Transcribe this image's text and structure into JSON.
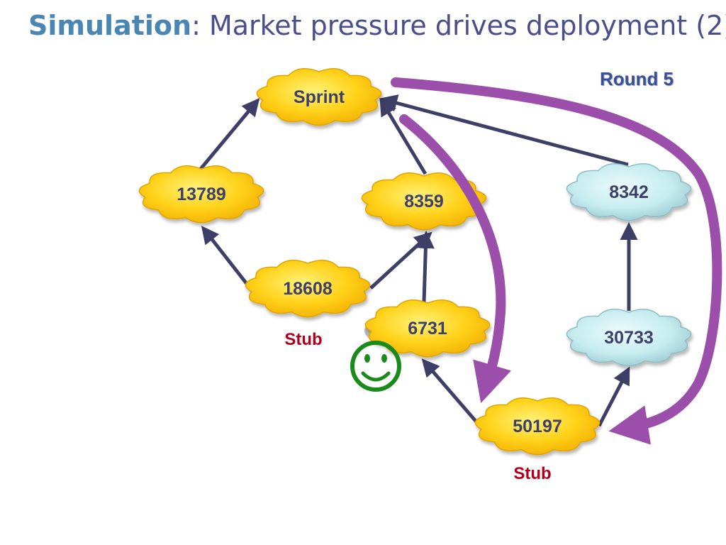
{
  "title": {
    "keyword": "Simulation",
    "rest": ": Market pressure drives deployment (2)"
  },
  "round_label": "Round 5",
  "colors": {
    "gold_fill": "#ffd21a",
    "gold_edge": "#e0a400",
    "cyan_fill": "#c6ecef",
    "cyan_edge": "#8fbcc4",
    "arrow": "#3d3f66",
    "pressure_arrow": "#9b4eaa",
    "stub": "#b0001c",
    "smiley": "#1a8a1a"
  },
  "nodes": [
    {
      "id": "sprint",
      "label": "Sprint",
      "status": "deployed"
    },
    {
      "id": "13789",
      "label": "13789",
      "status": "deployed"
    },
    {
      "id": "8359",
      "label": "8359",
      "status": "deployed"
    },
    {
      "id": "8342",
      "label": "8342",
      "status": "not-deployed"
    },
    {
      "id": "18608",
      "label": "18608",
      "status": "deployed"
    },
    {
      "id": "6731",
      "label": "6731",
      "status": "deployed"
    },
    {
      "id": "30733",
      "label": "30733",
      "status": "not-deployed"
    },
    {
      "id": "50197",
      "label": "50197",
      "status": "deployed"
    }
  ],
  "edges": [
    {
      "from": "13789",
      "to": "sprint"
    },
    {
      "from": "8359",
      "to": "sprint"
    },
    {
      "from": "8342",
      "to": "sprint"
    },
    {
      "from": "18608",
      "to": "13789"
    },
    {
      "from": "18608",
      "to": "8359"
    },
    {
      "from": "6731",
      "to": "8359"
    },
    {
      "from": "50197",
      "to": "6731"
    },
    {
      "from": "50197",
      "to": "30733"
    },
    {
      "from": "30733",
      "to": "8342"
    }
  ],
  "stub_labels": [
    "Stub",
    "Stub"
  ]
}
